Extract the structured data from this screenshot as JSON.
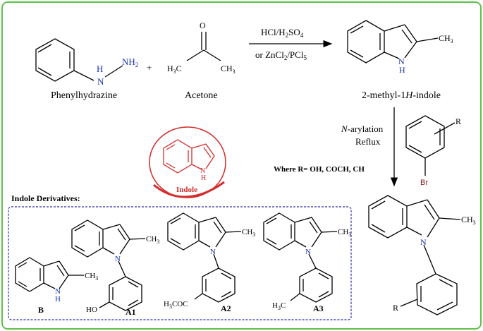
{
  "reaction": {
    "reagent_hydrazine_label": "Phenylhydrazine",
    "hydrazine_h": "H",
    "hydrazine_n": "N",
    "hydrazine_nh2": "NH",
    "hydrazine_nh2_sub": "2",
    "plus": "+",
    "ketone_o": "O",
    "ketone_ch3_left": "H",
    "ketone_ch3_left_sub": "3",
    "ketone_ch3_left_c": "C",
    "ketone_ch3_right": "CH",
    "ketone_ch3_right_sub": "3",
    "reagent_ketone_label": "Acetone",
    "condition_1_a": "HCl/H",
    "condition_1_sub1": "2",
    "condition_1_b": "SO",
    "condition_1_sub2": "4",
    "condition_2_a": "or ZnCl",
    "condition_2_sub1": "2",
    "condition_2_b": "/PCl",
    "condition_2_sub2": "5",
    "product_ch3": "CH",
    "product_ch3_sub": "3",
    "product_nh_n": "N",
    "product_nh_h": "H",
    "product_label_a": "2-methyl-1",
    "product_label_h": "H",
    "product_label_b": "-indole",
    "step2_line1_n": "N",
    "step2_line1_rest": "-arylation",
    "step2_line2": "Reflux",
    "bromo_r": "R",
    "bromo_br": "Br",
    "where_text": "Where R= OH, COCH, CH",
    "final_ch3": "CH",
    "final_ch3_sub": "3",
    "final_n": "N",
    "final_r": "R"
  },
  "indole_badge": {
    "label": "Indole",
    "nh_n": "N",
    "nh_h": "H"
  },
  "derivatives": {
    "title": "Indole Derivatives:",
    "B": {
      "label": "B",
      "ch3": "CH",
      "ch3_sub": "3",
      "n": "N",
      "h": "H"
    },
    "A1": {
      "label": "A1",
      "ch3": "CH",
      "ch3_sub": "3",
      "n": "N",
      "ho": "HO"
    },
    "A2": {
      "label": "A2",
      "ch3": "CH",
      "ch3_sub": "3",
      "n": "N",
      "sub_a": "H",
      "sub_a_sub": "3",
      "sub_b": "COC"
    },
    "A3": {
      "label": "A3",
      "ch3": "CH",
      "ch3_sub": "3",
      "n": "N",
      "sub_a": "H",
      "sub_a_sub": "3",
      "sub_b": "C"
    }
  },
  "colors": {
    "frame": "#5cc24a",
    "dashed_box": "#2a2aa8",
    "nitrogen": "#1a33b3",
    "indole_red": "#d42b2b",
    "bromine": "#8b1a1a"
  }
}
